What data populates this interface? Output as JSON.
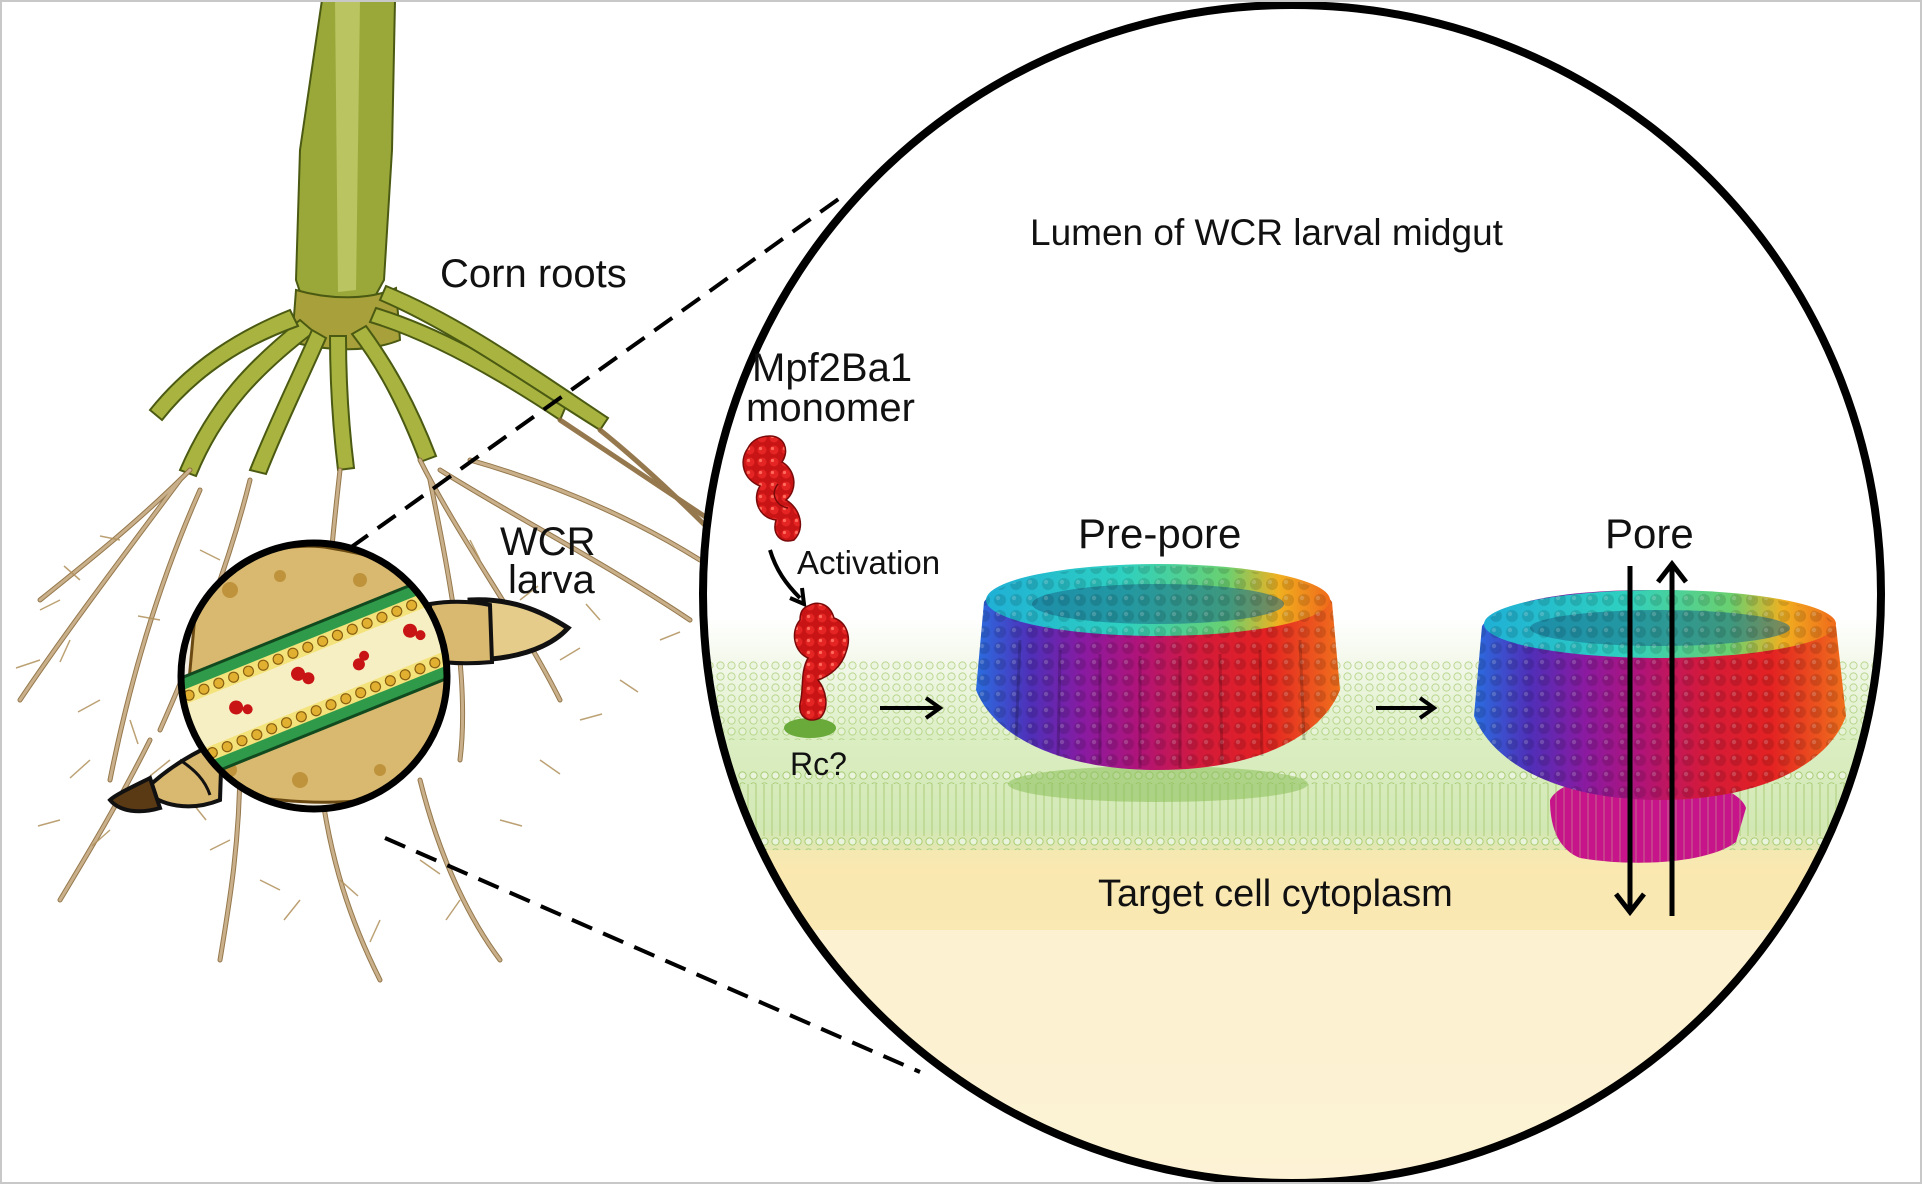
{
  "labels": {
    "corn_roots": "Corn roots",
    "wcr_larva_line1": "WCR",
    "wcr_larva_line2": "larva",
    "lumen": "Lumen of WCR larval midgut",
    "monomer_line1": "Mpf2Ba1",
    "monomer_line2": "monomer",
    "activation": "Activation",
    "receptor": "Rc?",
    "prepore": "Pre-pore",
    "pore": "Pore",
    "cytoplasm": "Target cell cytoplasm"
  },
  "colors": {
    "stem_green": "#8a9a2a",
    "root_tan": "#c9b08a",
    "membrane_green": "#bcd98a",
    "cytoplasm_yellow": "#f6e4a8",
    "protein_red": "#d41a1a",
    "larva_tan": "#d9b870",
    "gut_green": "#2f9a4a"
  }
}
